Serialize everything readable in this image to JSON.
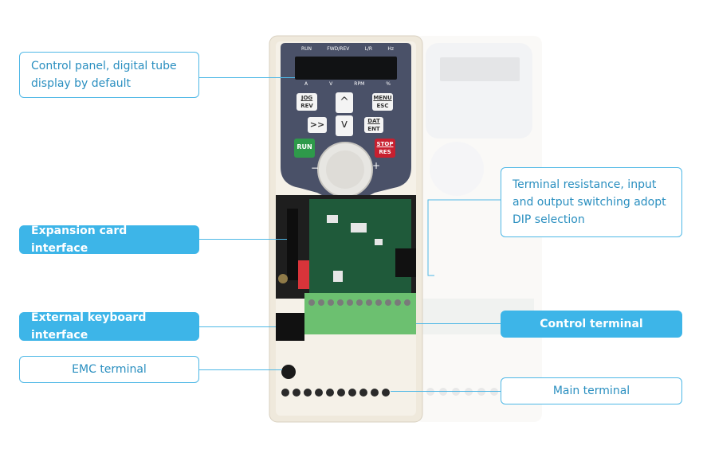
{
  "panel": {
    "indicators_top": [
      "RUN",
      "FWD/REV",
      "L/R",
      "Hz"
    ],
    "indicators_bottom": [
      "A",
      "V",
      "RPM",
      "%"
    ],
    "keys": {
      "jog_rev": [
        "JOG",
        "REV"
      ],
      "menu_esc": [
        "MENU",
        "ESC"
      ],
      "dat_ent": [
        "DAT",
        "ENT"
      ],
      "run": "RUN",
      "stop_res": [
        "STOP",
        "RES"
      ],
      "up": "^",
      "down": "v",
      "shift": ">>",
      "minus": "−",
      "plus": "+"
    }
  },
  "callouts": {
    "control_panel": "Control panel, digital tube display by default",
    "expansion_card": "Expansion card interface",
    "external_keyboard": "External keyboard interface",
    "emc_terminal": "EMC terminal",
    "terminal_resistance": "Terminal resistance, input and output switching adopt DIP selection",
    "control_terminal": "Control terminal",
    "main_terminal": "Main terminal"
  },
  "colors": {
    "accent": "#3db5e8",
    "housing": "#efe9dc",
    "keypad": "#4a5168",
    "run_key": "#2e9a4a",
    "stop_key": "#c8202f",
    "terminal_block": "#6cc070",
    "pcb": "#1f5a3a"
  }
}
